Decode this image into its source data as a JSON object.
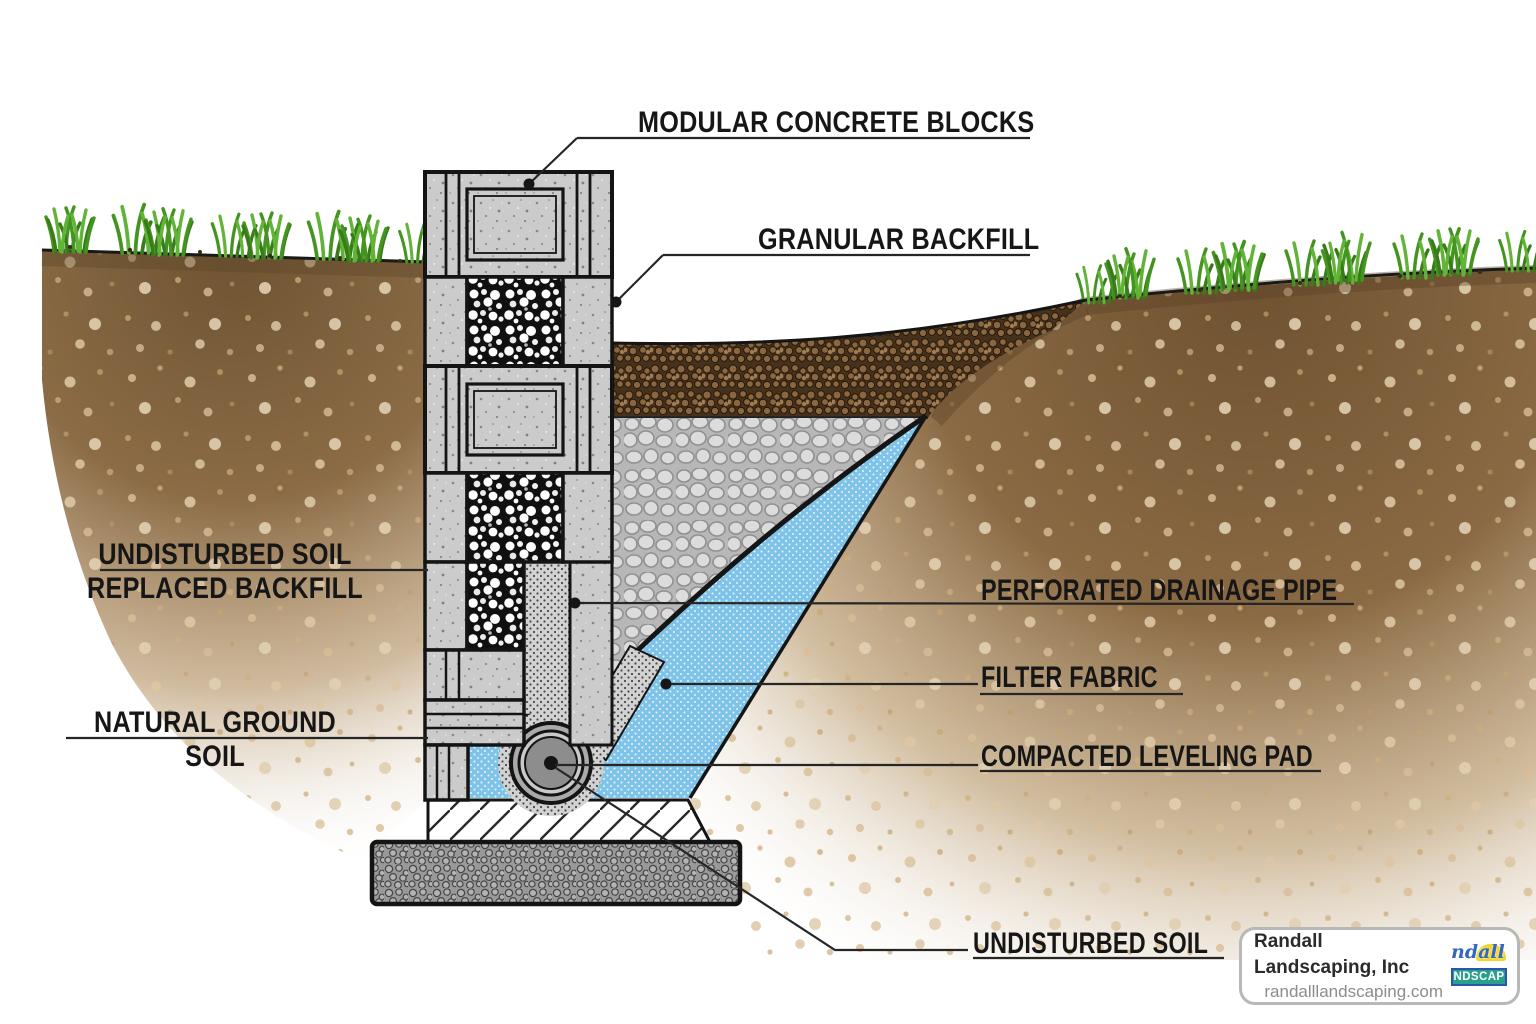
{
  "callouts": {
    "modular": {
      "text": "MODULAR CONCRETE BLOCKS"
    },
    "granular": {
      "text": "GRANULAR BACKFILL"
    },
    "undisturbed_left": {
      "text": "UNDISTURBED SOIL"
    },
    "replaced": {
      "text": "REPLACED BACKFILL"
    },
    "natural": {
      "text": "NATURAL GROUND SOIL"
    },
    "pipe": {
      "text": "PERFORATED DRAINAGE PIPE"
    },
    "fabric": {
      "text": "FILTER FABRIC"
    },
    "pad": {
      "text": "COMPACTED LEVELING PAD"
    },
    "undisturbed_bottom": {
      "text": "UNDISTURBED SOIL"
    }
  },
  "branding": {
    "company": "Randall Landscaping, Inc",
    "website": "randalllandscaping.com",
    "logo": {
      "script": "ndall",
      "box": "NDSCAP"
    }
  },
  "colors": {
    "backfill_blue": "#7fc3e8",
    "concrete_gray": "#cbcbcb",
    "soil_brown": "#7d5f3d",
    "grass_green": "#4a9a28",
    "topsoil_pebble_brown": "#46311c",
    "line_black": "#141414"
  }
}
